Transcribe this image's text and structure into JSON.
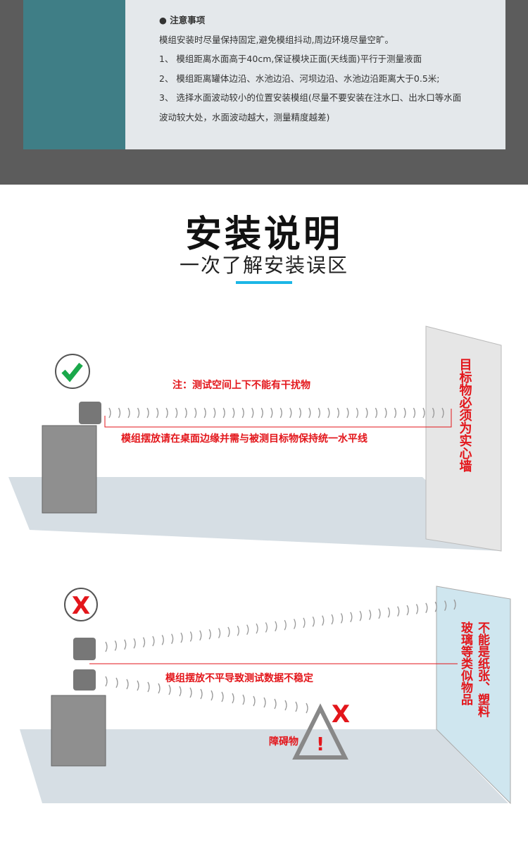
{
  "notes": {
    "heading": "● 注意事项",
    "lines": [
      "模组安装时尽量保持固定,避免模组抖动,周边环境尽量空旷。",
      "1、 模组距离水面高于40cm,保证模块正面(天线面)平行于测量液面",
      "2、 模组距离罐体边沿、水池边沿、河坝边沿、水池边沿距离大于0.5米;",
      "3、 选择水面波动较小的位置安装模组(尽量不要安装在注水口、出水口等水面",
      "波动较大处，水面波动越大，测量精度越差)"
    ]
  },
  "title": "安装说明",
  "subtitle": "一次了解安装误区",
  "correct": {
    "note": "注：测试空间上下不能有干扰物",
    "level_note": "模组摆放请在桌面边缘并需与被测目标物保持统一水平线",
    "wall_label": "目标物必须为实心墙"
  },
  "wrong": {
    "mark": "X",
    "tilt_note": "模组摆放不平导致测试数据不稳定",
    "obstacle_label": "障碍物",
    "wall_label_col1": "不能是纸张、塑料",
    "wall_label_col2": "玻璃等类似物品"
  },
  "colors": {
    "accent": "#1bb6e6",
    "red": "#e3161b",
    "check": "#1aa84a"
  }
}
